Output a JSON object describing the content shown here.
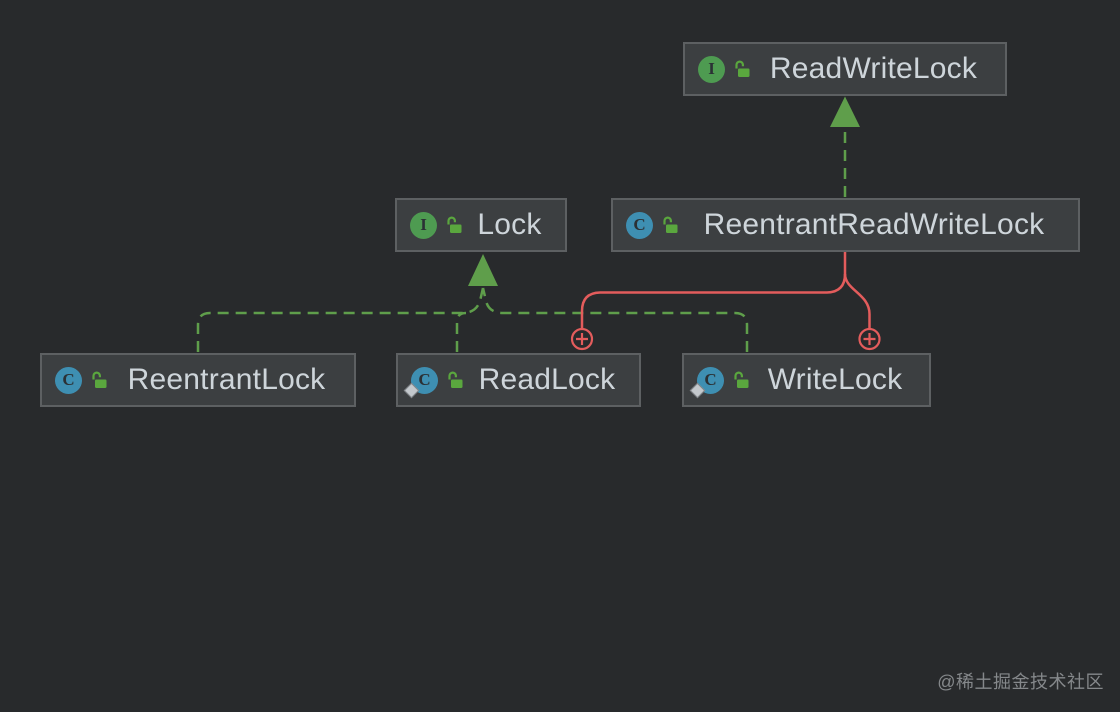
{
  "diagram": {
    "nodes": [
      {
        "id": "ReadWriteLock",
        "label": "ReadWriteLock",
        "kind": "interface",
        "static": false,
        "visibility": "public"
      },
      {
        "id": "Lock",
        "label": "Lock",
        "kind": "interface",
        "static": false,
        "visibility": "public"
      },
      {
        "id": "ReentrantReadWriteLock",
        "label": "ReentrantReadWriteLock",
        "kind": "class",
        "static": false,
        "visibility": "public"
      },
      {
        "id": "ReentrantLock",
        "label": "ReentrantLock",
        "kind": "class",
        "static": false,
        "visibility": "public"
      },
      {
        "id": "ReadLock",
        "label": "ReadLock",
        "kind": "class",
        "static": true,
        "visibility": "public"
      },
      {
        "id": "WriteLock",
        "label": "WriteLock",
        "kind": "class",
        "static": true,
        "visibility": "public"
      }
    ],
    "edges": [
      {
        "from": "ReentrantReadWriteLock",
        "to": "ReadWriteLock",
        "type": "implements"
      },
      {
        "from": "ReentrantLock",
        "to": "Lock",
        "type": "implements"
      },
      {
        "from": "ReadLock",
        "to": "Lock",
        "type": "implements"
      },
      {
        "from": "WriteLock",
        "to": "Lock",
        "type": "implements"
      },
      {
        "from": "ReentrantReadWriteLock",
        "to": "ReadLock",
        "type": "inner-class"
      },
      {
        "from": "ReentrantReadWriteLock",
        "to": "WriteLock",
        "type": "inner-class"
      }
    ],
    "icon_letters": {
      "interface": "I",
      "class": "C"
    },
    "colors": {
      "background": "#282a2c",
      "node_fill": "#3c3f41",
      "node_border": "#5d6062",
      "node_text": "#ced5da",
      "implements_edge": "#5f9e4b",
      "inner_class_edge": "#e35c5c",
      "interface_badge": "#4e9b51",
      "class_badge": "#3e8fb2",
      "lock_icon": "#5aa73e",
      "static_marker": "#c3c8cc",
      "watermark_text": "#85888b"
    },
    "watermark": "@稀土掘金技术社区"
  }
}
